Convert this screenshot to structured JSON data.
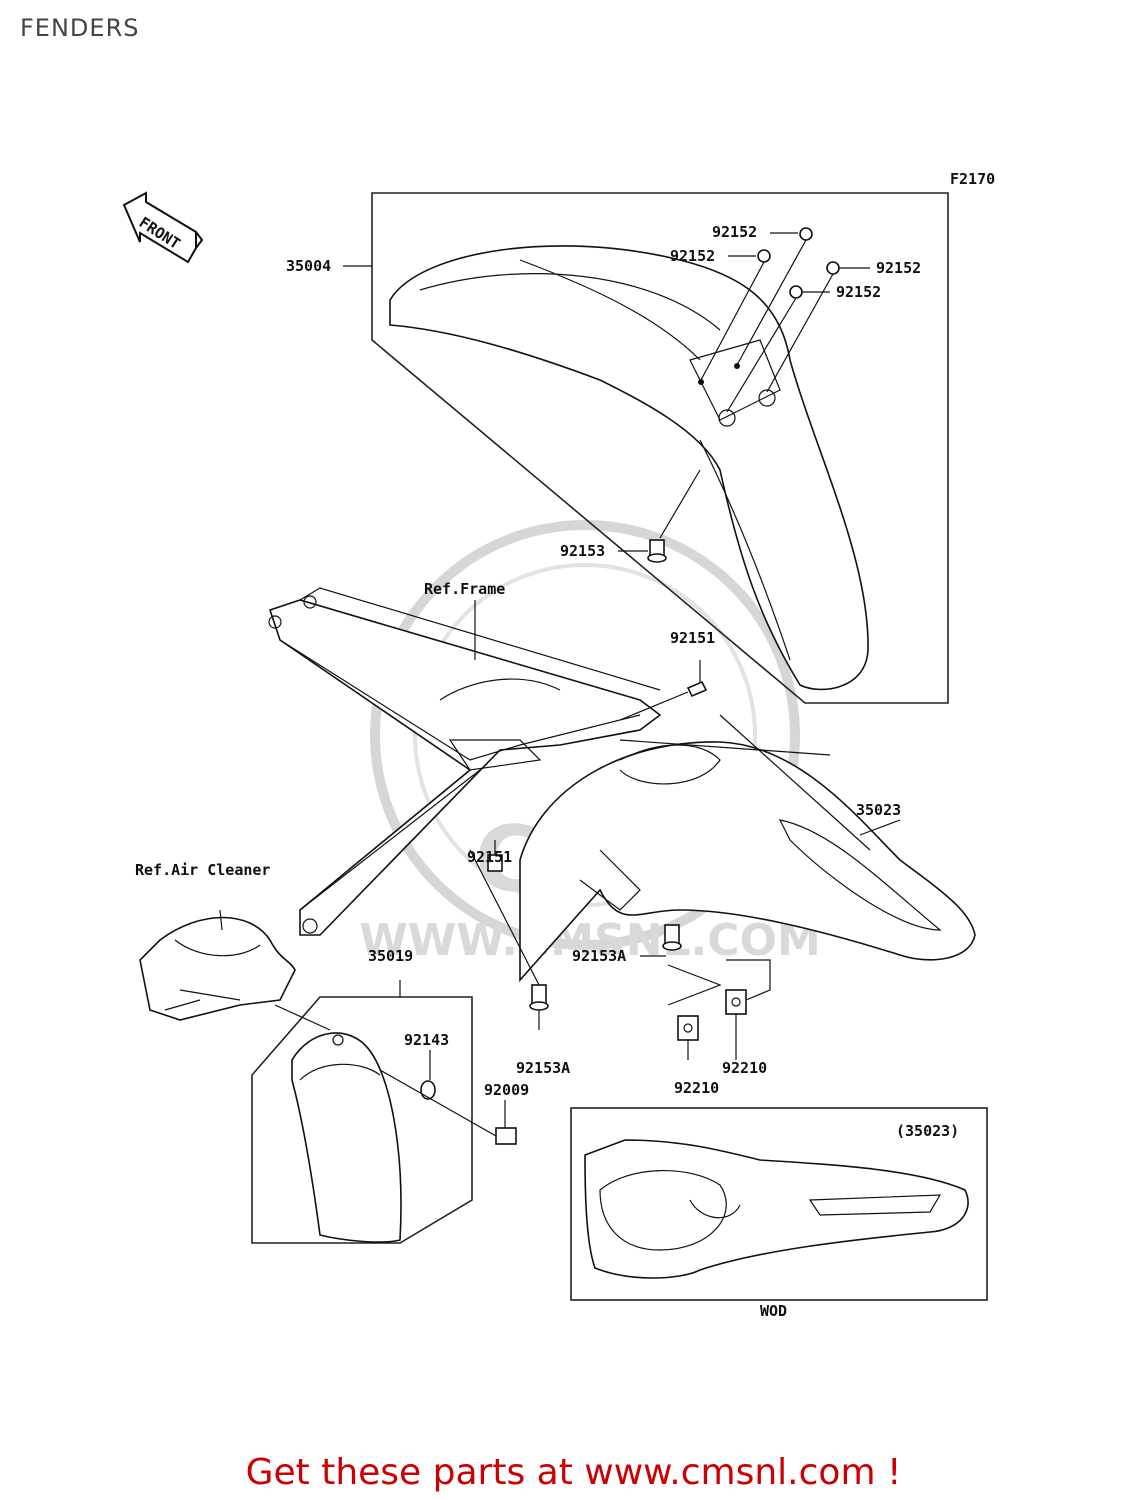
{
  "title": "FENDERS",
  "figure_code": "F2170",
  "front_label": "FRONT",
  "watermark_text": "WWW.CMSNL.COM",
  "watermark_logo": "CMS",
  "callouts": {
    "front_fender": "35004",
    "washer_a": "92152",
    "washer_b": "92152",
    "washer_c": "92152",
    "washer_d": "92152",
    "bolt_front": "92153",
    "ref_frame": "Ref.Frame",
    "bolt_upper": "92151",
    "rear_fender": "35023",
    "bolt_lower": "92151",
    "ref_air_cleaner": "Ref.Air Cleaner",
    "flap": "35019",
    "bolt_a_upper": "92153A",
    "bolt_a_lower": "92153A",
    "collar": "92143",
    "bolt_flap": "92009",
    "nut_a": "92210",
    "nut_b": "92210",
    "inset_ref": "(35023)",
    "inset_caption": "WOD"
  },
  "footer_cta": "Get these parts at www.cmsnl.com !",
  "colors": {
    "cta": "#cc0000",
    "line": "#111111",
    "watermark": "#d6d6d6"
  }
}
